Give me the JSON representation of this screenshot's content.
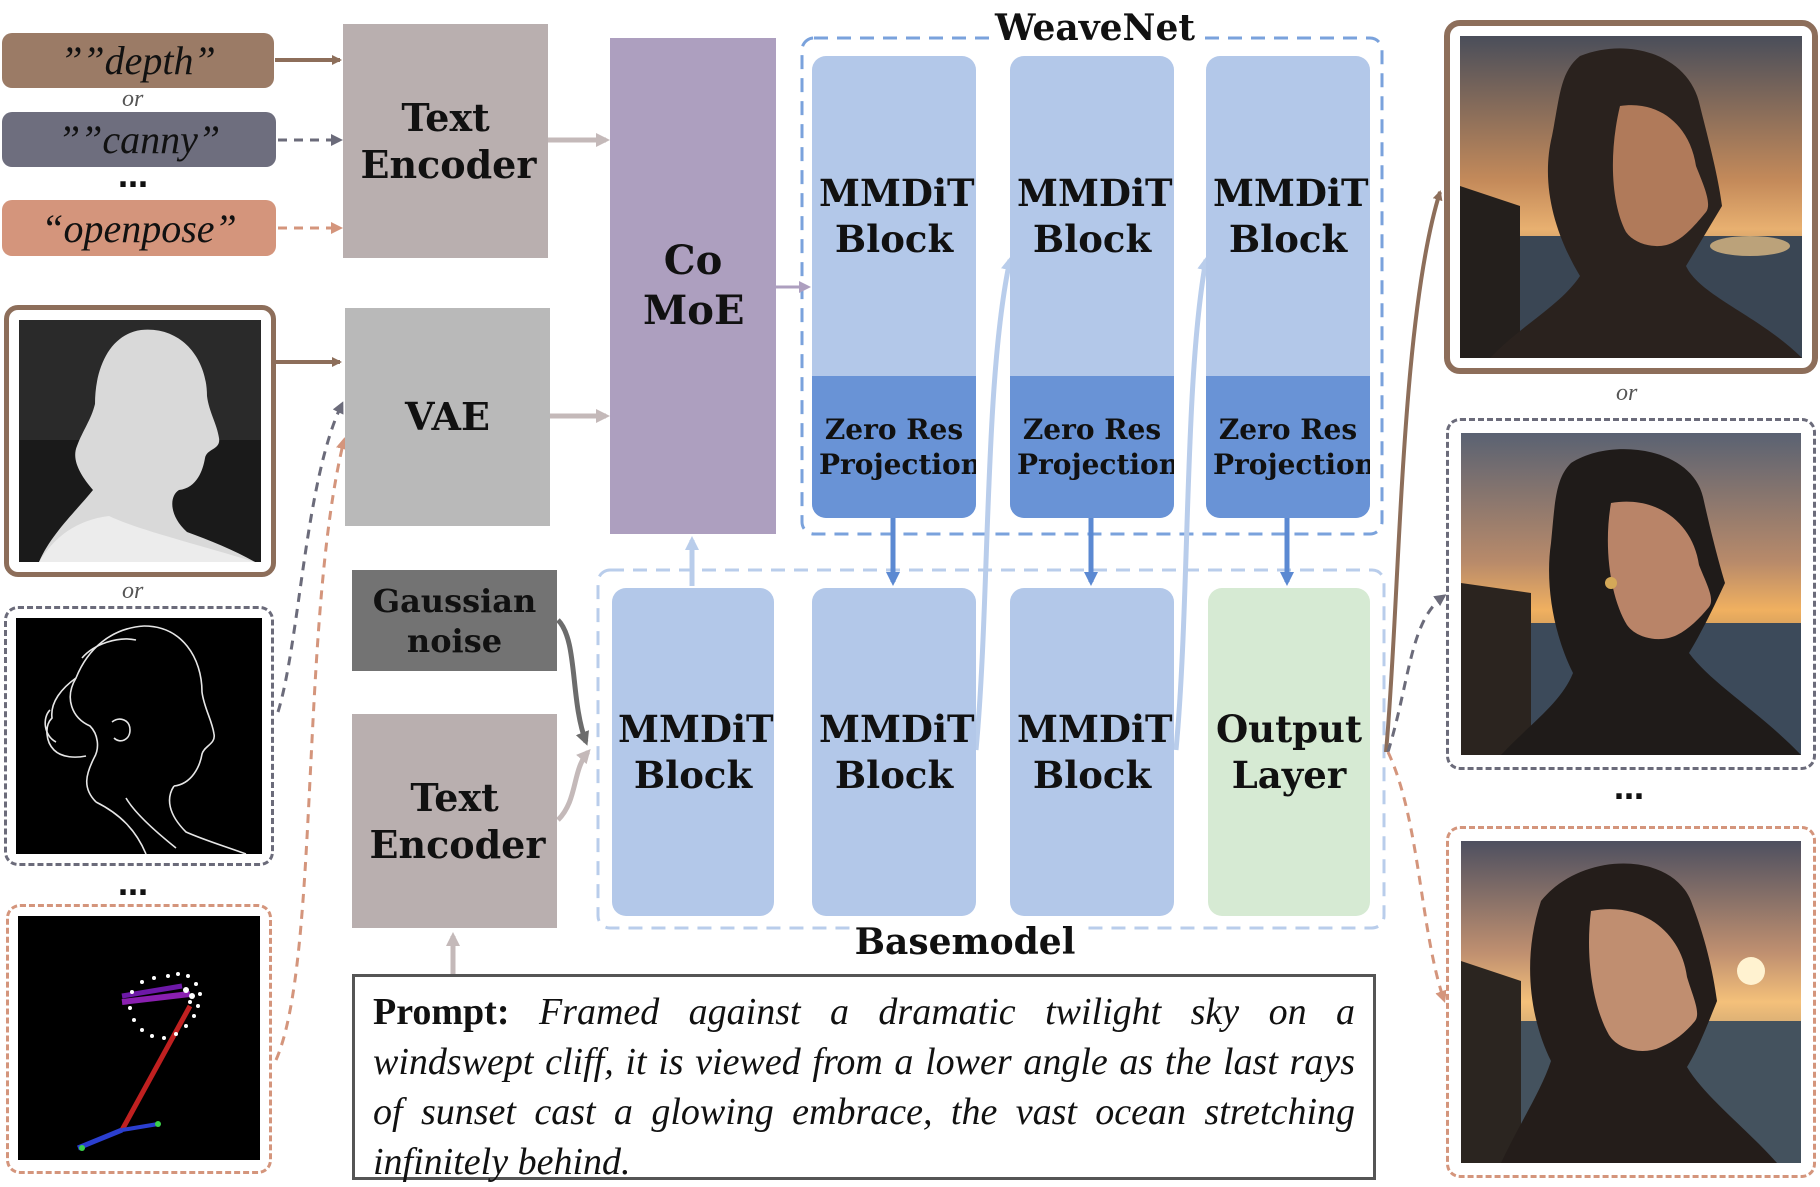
{
  "conditions": {
    "depth": "””depth”",
    "canny": "””canny”",
    "openpose": "“openpose”",
    "or": "or",
    "ellipsis": "…"
  },
  "blocks": {
    "text_encoder_top": "Text Encoder",
    "vae": "VAE",
    "comoe": "Co MoE",
    "gaussian_noise": "Gaussian noise",
    "text_encoder_bottom": "Text Encoder",
    "weavenet_title": "WeaveNet",
    "basemodel_title": "Basemodel",
    "mmdit": "MMDiT Block",
    "zero_res": "Zero Res Projection",
    "output_layer": "Output Layer"
  },
  "prompt": {
    "label": "Prompt:",
    "text": "Framed against a dramatic twilight sky on a windswept cliff, it is viewed from a lower angle as the last rays of sunset cast a glowing embrace, the vast ocean stretching infinitely behind."
  },
  "outputs": {
    "or": "or",
    "ellipsis": "…"
  },
  "colors": {
    "depth_pill": "#9b7b66",
    "canny_pill": "#6e6e7e",
    "openpose_pill": "#d4957c",
    "encoder_gray": "#b9afaf",
    "comoe_purple": "#ad9fbf",
    "block_blue": "#b3c8e9",
    "zero_res_blue": "#6993d6",
    "output_green": "#d6ead3",
    "weavenet_border": "#6f9ad8"
  }
}
